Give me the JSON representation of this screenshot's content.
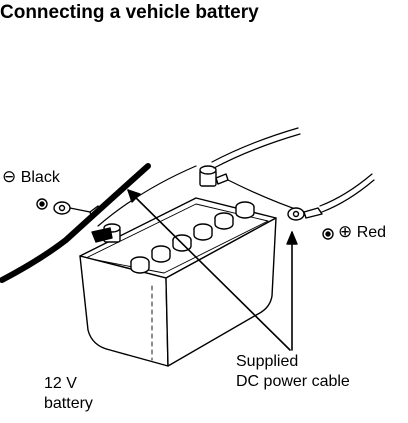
{
  "title": "Connecting a vehicle battery",
  "labels": {
    "negative_symbol": "⊖",
    "negative_text": "Black",
    "positive_symbol": "⊕",
    "positive_text": "Red",
    "cable_line1": "Supplied",
    "cable_line2": "DC power cable",
    "battery_line1": "12 V",
    "battery_line2": "battery"
  }
}
